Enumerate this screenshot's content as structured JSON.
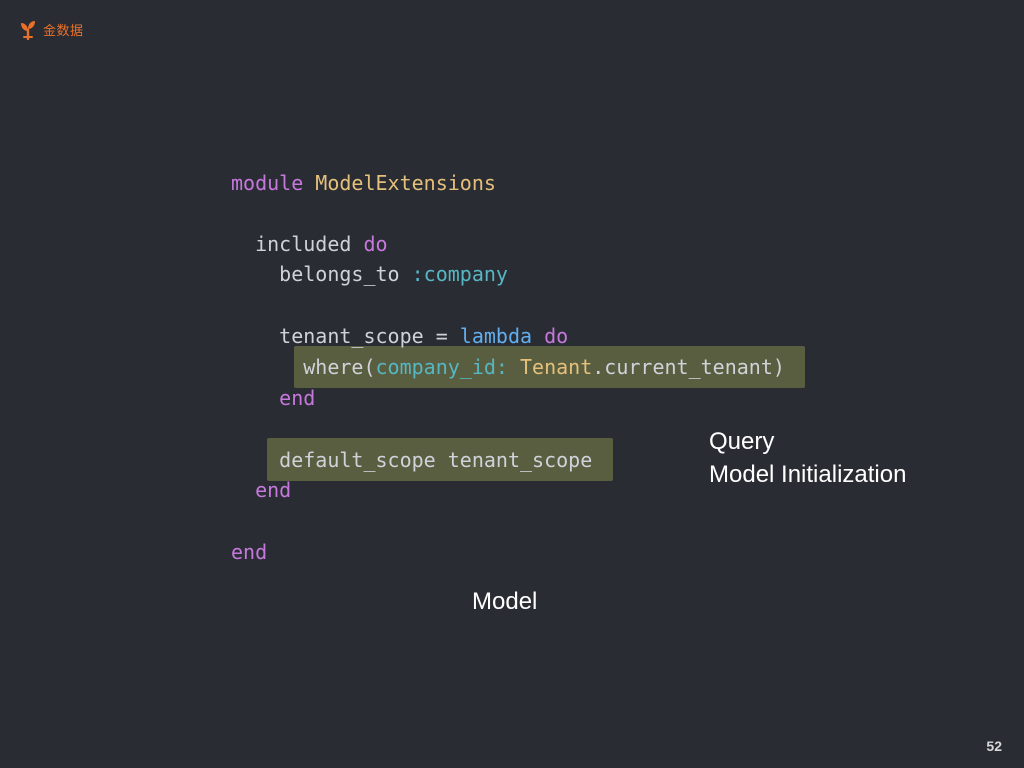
{
  "logo": {
    "text": "金数据",
    "icon": "tree-icon",
    "color": "#e8702a"
  },
  "code": {
    "lines": [
      {
        "tokens": [
          {
            "t": "module ",
            "c": "kw"
          },
          {
            "t": "ModelExtensions",
            "c": "cls"
          }
        ]
      },
      {
        "tokens": [
          {
            "t": "  included ",
            "c": "plain"
          },
          {
            "t": "do",
            "c": "kw"
          }
        ]
      },
      {
        "tokens": [
          {
            "t": "    belongs_to ",
            "c": "plain"
          },
          {
            "t": ":company",
            "c": "sym"
          }
        ]
      },
      {
        "tokens": [
          {
            "t": "    tenant_scope = ",
            "c": "plain"
          },
          {
            "t": "lambda ",
            "c": "fn"
          },
          {
            "t": "do",
            "c": "kw"
          }
        ]
      },
      {
        "tokens": [
          {
            "t": "      where(",
            "c": "plain"
          },
          {
            "t": "company_id:",
            "c": "prm"
          },
          {
            "t": " ",
            "c": "plain"
          },
          {
            "t": "Tenant",
            "c": "cls"
          },
          {
            "t": ".current_tenant)",
            "c": "plain"
          }
        ]
      },
      {
        "tokens": [
          {
            "t": "    end",
            "c": "kw"
          }
        ]
      },
      {
        "tokens": [
          {
            "t": "    default_scope tenant_scope",
            "c": "plain"
          }
        ]
      },
      {
        "tokens": [
          {
            "t": "  end",
            "c": "kw"
          }
        ]
      },
      {
        "tokens": [
          {
            "t": "end",
            "c": "kw"
          }
        ]
      }
    ],
    "highlighted_lines": [
      4,
      6
    ],
    "highlight_color": "#5a5e41"
  },
  "annotations": {
    "query_label": "Query",
    "model_init_label": "Model Initialization",
    "model_label": "Model"
  },
  "footer": {
    "page_number": "52"
  }
}
